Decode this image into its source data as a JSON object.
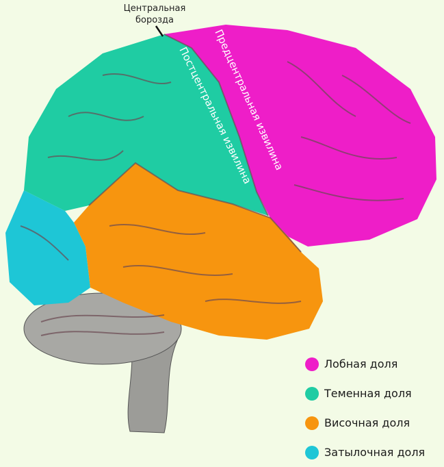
{
  "title_label": {
    "line1": "Центральная",
    "line2": "борозда"
  },
  "gyri": {
    "postcentral": "Постцентральная извилина",
    "precentral": "Предцентральная извилина"
  },
  "legend": [
    {
      "label": "Лобная доля",
      "color": "#ee1ec8"
    },
    {
      "label": "Теменная доля",
      "color": "#1fcca3"
    },
    {
      "label": "Височная доля",
      "color": "#f7950f"
    },
    {
      "label": "Затылочная доля",
      "color": "#1ec6d6"
    }
  ],
  "colors": {
    "background": "#f3fbe6",
    "cerebellum": "#a8a8a4",
    "sulci": "#6b4a52"
  }
}
